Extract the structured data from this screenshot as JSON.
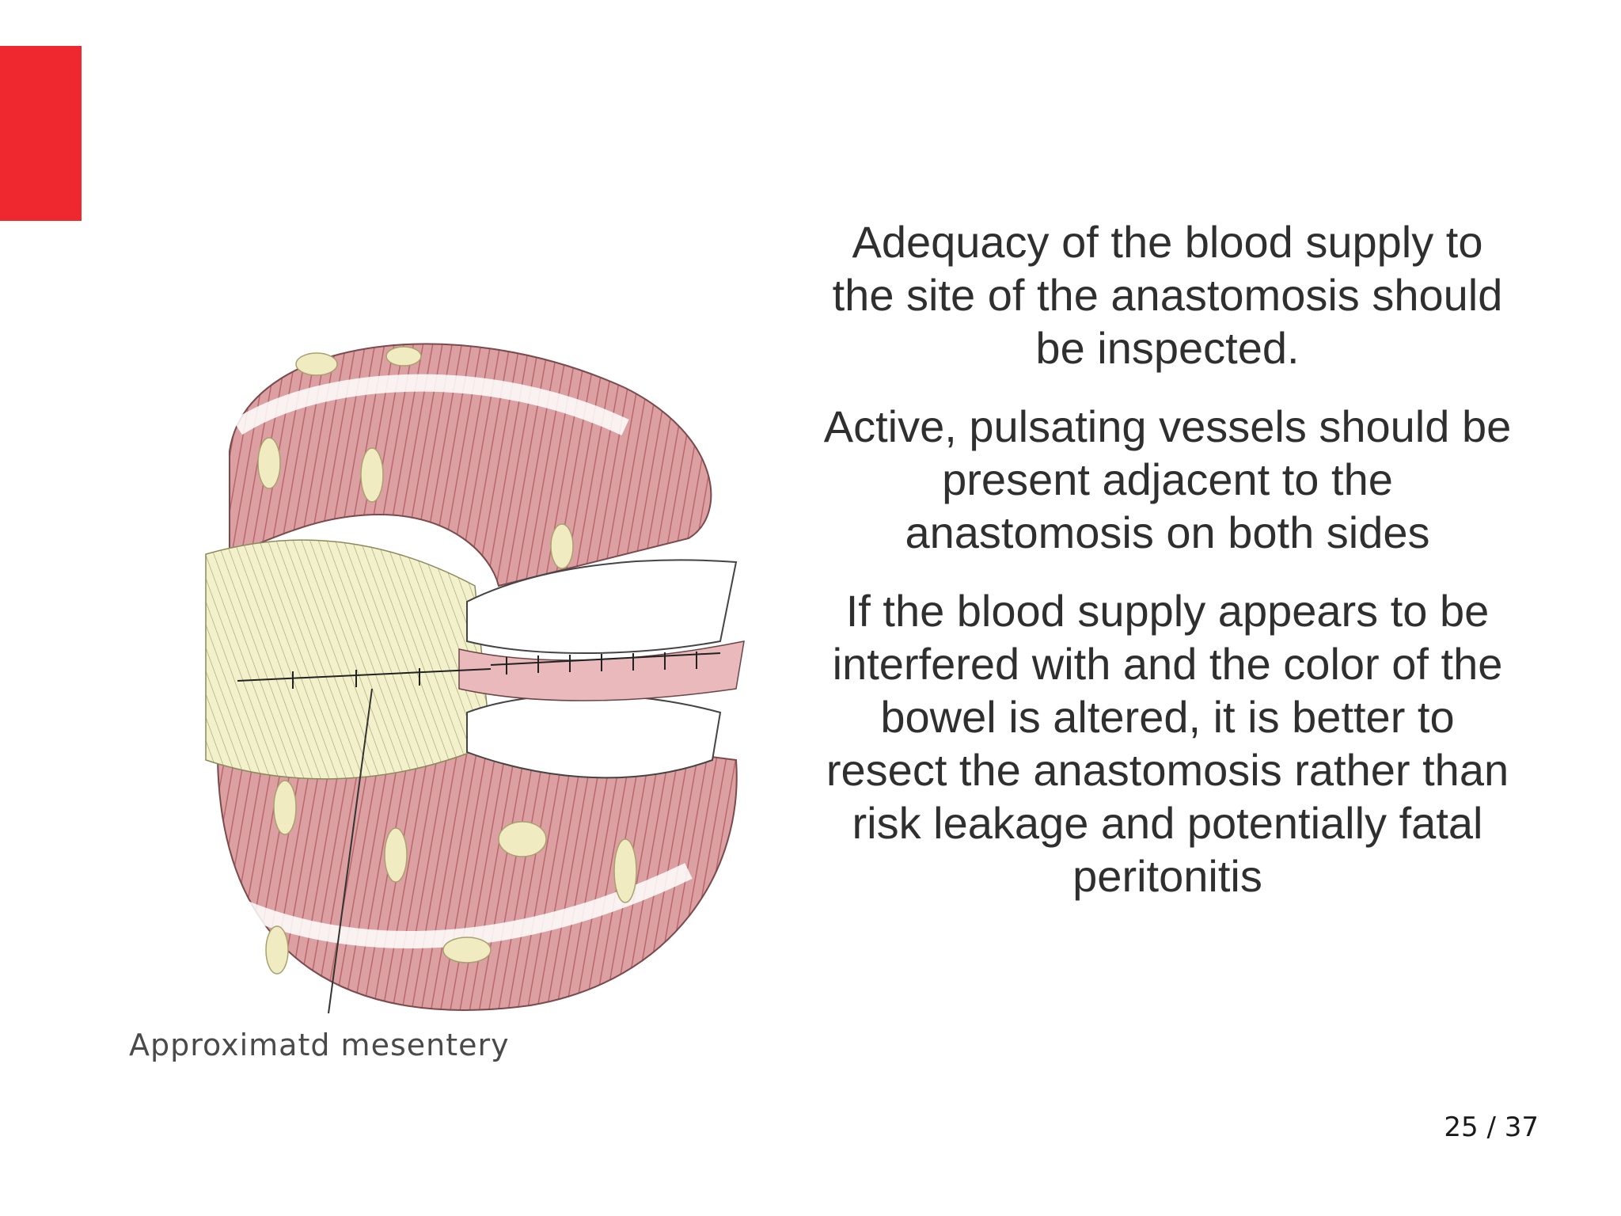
{
  "slide": {
    "accent_color": "#ee282e",
    "paragraphs": [
      "Adequacy of the blood supply to the site of the anastomosis should be inspected.",
      "Active, pulsating vessels should be present adjacent to the anastomosis on both sides",
      "If the blood supply appears to be interfered with and the color of the bowel is altered, it is better to resect the anastomosis rather than risk leakage and potentially fatal peritonitis"
    ],
    "figure": {
      "caption": "Approximatd mesentery"
    },
    "page_indicator": "25 / 37"
  }
}
